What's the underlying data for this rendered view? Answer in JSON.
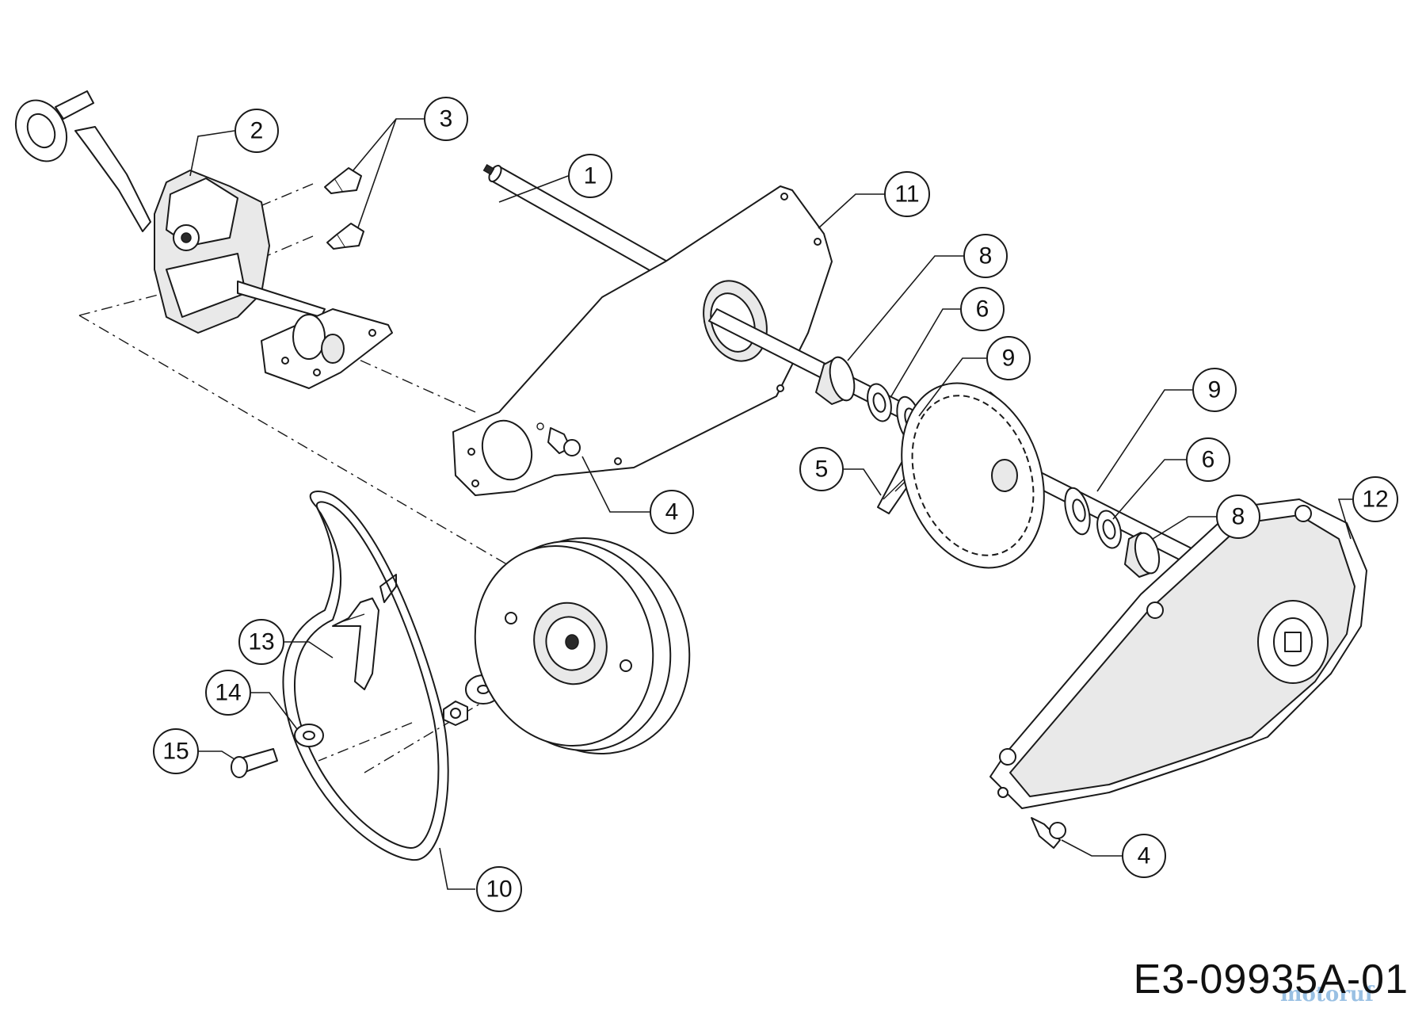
{
  "diagram": {
    "code": "E3-09935A-01",
    "watermark": "motoruf"
  },
  "callouts": [
    {
      "id": "callout-1",
      "label": "1"
    },
    {
      "id": "callout-2",
      "label": "2"
    },
    {
      "id": "callout-3",
      "label": "3"
    },
    {
      "id": "callout-4-top",
      "label": "4"
    },
    {
      "id": "callout-4-bottom",
      "label": "4"
    },
    {
      "id": "callout-5",
      "label": "5"
    },
    {
      "id": "callout-6-top",
      "label": "6"
    },
    {
      "id": "callout-6-bottom",
      "label": "6"
    },
    {
      "id": "callout-8-top",
      "label": "8"
    },
    {
      "id": "callout-8-bottom",
      "label": "8"
    },
    {
      "id": "callout-9-top",
      "label": "9"
    },
    {
      "id": "callout-9-bottom",
      "label": "9"
    },
    {
      "id": "callout-10",
      "label": "10"
    },
    {
      "id": "callout-11",
      "label": "11"
    },
    {
      "id": "callout-12",
      "label": "12"
    },
    {
      "id": "callout-13",
      "label": "13"
    },
    {
      "id": "callout-14",
      "label": "14"
    },
    {
      "id": "callout-15",
      "label": "15"
    }
  ]
}
